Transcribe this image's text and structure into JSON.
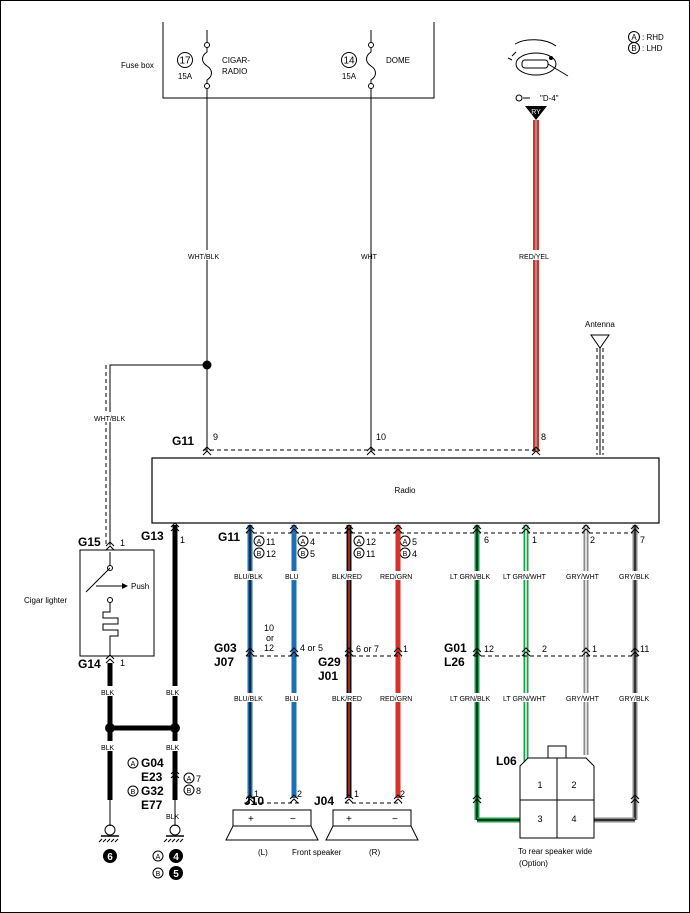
{
  "fuse_box": {
    "label": "Fuse box",
    "fuse1": {
      "num": "17",
      "amp": "15A",
      "name1": "CIGAR-",
      "name2": "RADIO"
    },
    "fuse2": {
      "num": "14",
      "amp": "15A",
      "name1": "DOME",
      "name2": ""
    }
  },
  "legend": {
    "a_circle": "A",
    "a_text": ": RHD",
    "b_circle": "B",
    "b_text": ": LHD"
  },
  "ignition": {
    "d4_label": "\"D-4\"",
    "connector": "RY"
  },
  "antenna_label": "Antenna",
  "wires_top": {
    "w1": "WHT/BLK",
    "w2": "WHT",
    "w3": "RED/YEL",
    "w4": "WHT/BLK"
  },
  "radio": {
    "label": "Radio",
    "g11_top": "G11",
    "top_pins": [
      "9",
      "10",
      "8"
    ],
    "g11_bottom": "G11",
    "g13": "G13",
    "g13_pin": "1",
    "bottom_pins": [
      {
        "a": "11",
        "b": "12"
      },
      {
        "a": "4",
        "b": "5"
      },
      {
        "a": "12",
        "b": "11"
      },
      {
        "a": "5",
        "b": "4"
      }
    ],
    "rear_pins": [
      "6",
      "1",
      "2",
      "7"
    ]
  },
  "cigar": {
    "label": "Cigar lighter",
    "g15": "G15",
    "g15_pin": "1",
    "g14": "G14",
    "g14_pin": "1",
    "push": "Push"
  },
  "mid_wires": {
    "upper": [
      "BLU/BLK",
      "BLU",
      "BLK/RED",
      "RED/GRN",
      "LT GRN/BLK",
      "LT GRN/WHT",
      "GRY/WHT",
      "GRY/BLK"
    ],
    "lower": [
      "BLU/BLK",
      "BLU",
      "BLK/RED",
      "RED/GRN",
      "LT GRN/BLK",
      "LT GRN/WHT",
      "GRY/WHT",
      "GRY/BLK"
    ],
    "blk1": "BLK",
    "blk2": "BLK",
    "blk3": "BLK",
    "blk4": "BLK",
    "blk5": "BLK"
  },
  "junctions": {
    "g03": "G03",
    "j07": "J07",
    "g03_pin1a": "10",
    "g03_pin1b": "or",
    "g03_pin1c": "12",
    "g03_pin2": "4 or 5",
    "g29": "G29",
    "j01": "J01",
    "g29_pin1": "6 or 7",
    "g29_pin2": "1",
    "g01": "G01",
    "l26": "L26",
    "g01_pins": [
      "12",
      "2",
      "1",
      "11"
    ]
  },
  "ground_conn": {
    "g04": "G04",
    "e23": "E23",
    "g32": "G32",
    "e77": "E77",
    "pin_a": "7",
    "pin_b": "8"
  },
  "grounds": {
    "g6": "6",
    "g4": "4",
    "g5": "5"
  },
  "speakers": {
    "j10": "J10",
    "j04": "J04",
    "pin1": "1",
    "pin2": "2",
    "plus": "+",
    "minus": "−",
    "left": "(L)",
    "right": "(R)",
    "caption": "Front speaker"
  },
  "rear": {
    "conn": "L06",
    "cells": [
      "1",
      "2",
      "3",
      "4"
    ],
    "caption1": "To rear speaker wide",
    "caption2": "(Option)"
  },
  "colors": {
    "blue": "#1f6fb5",
    "black": "#111111",
    "red": "#d6322a",
    "green": "#1aa14a",
    "gray": "#8a8a8a",
    "darkred": "#5a1a10"
  }
}
